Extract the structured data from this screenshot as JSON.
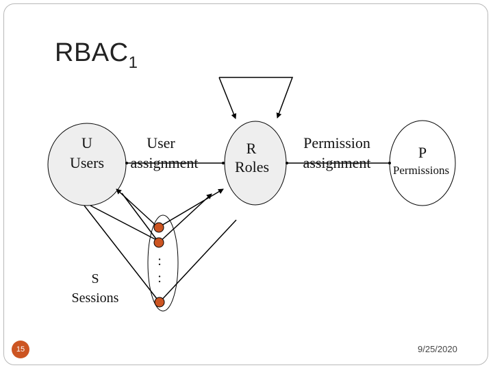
{
  "slide": {
    "title": "RBAC",
    "title_subscript": "1",
    "page_number": "15",
    "date": "9/25/2020"
  },
  "nodes": {
    "users": {
      "letter": "U",
      "name": "Users"
    },
    "roles": {
      "letter": "R",
      "name": "Roles"
    },
    "permissions": {
      "letter": "P",
      "name": "Permissions"
    },
    "sessions": {
      "letter": "S",
      "name": "Sessions"
    }
  },
  "edges": {
    "user_assignment": {
      "line1": "User",
      "line2": "assignment"
    },
    "permission_assignment": {
      "line1": "Permission",
      "line2": "assignment"
    }
  },
  "session_list": {
    "ellipsis_1": ":",
    "ellipsis_2": ":"
  },
  "colors": {
    "session_dot": "#cc5522",
    "page_badge": "#cc5522",
    "stroke": "#000000"
  }
}
